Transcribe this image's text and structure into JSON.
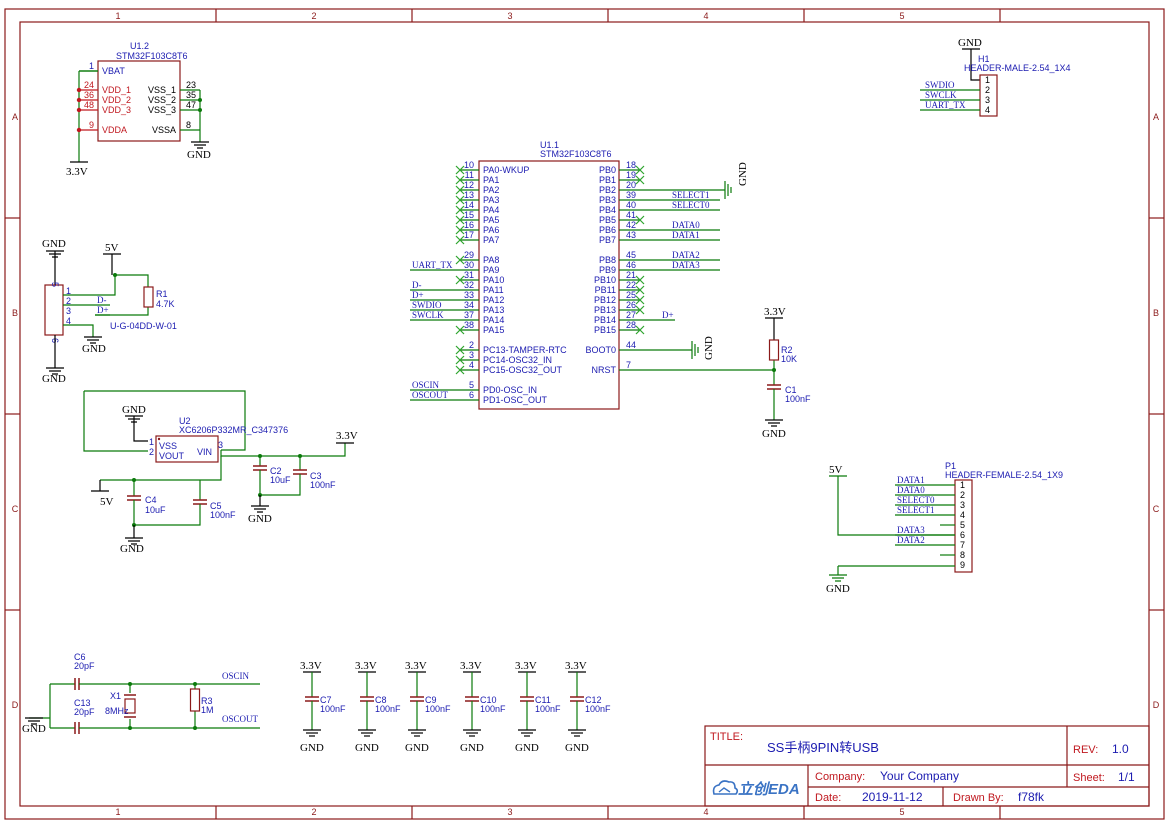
{
  "frame": {
    "cols": [
      "1",
      "2",
      "3",
      "4",
      "5"
    ],
    "rows": [
      "A",
      "B",
      "C",
      "D"
    ]
  },
  "u12": {
    "ref": "U1.2",
    "part": "STM32F103C8T6",
    "left_pins": [
      {
        "num": "1",
        "name": "VBAT"
      },
      {
        "num": "24",
        "name": "VDD_1"
      },
      {
        "num": "36",
        "name": "VDD_2"
      },
      {
        "num": "48",
        "name": "VDD_3"
      },
      {
        "num": "9",
        "name": "VDDA"
      }
    ],
    "right_pins": [
      {
        "num": "23",
        "name": "VSS_1"
      },
      {
        "num": "35",
        "name": "VSS_2"
      },
      {
        "num": "47",
        "name": "VSS_3"
      },
      {
        "num": "8",
        "name": "VSSA"
      }
    ],
    "pwr": "3.3V",
    "gnd": "GND"
  },
  "u11": {
    "ref": "U1.1",
    "part": "STM32F103C8T6",
    "left_pins": [
      {
        "num": "10",
        "name": "PA0-WKUP",
        "net": ""
      },
      {
        "num": "11",
        "name": "PA1",
        "net": ""
      },
      {
        "num": "12",
        "name": "PA2",
        "net": ""
      },
      {
        "num": "13",
        "name": "PA3",
        "net": ""
      },
      {
        "num": "14",
        "name": "PA4",
        "net": ""
      },
      {
        "num": "15",
        "name": "PA5",
        "net": ""
      },
      {
        "num": "16",
        "name": "PA6",
        "net": ""
      },
      {
        "num": "17",
        "name": "PA7",
        "net": ""
      },
      {
        "num": "29",
        "name": "PA8",
        "net": ""
      },
      {
        "num": "30",
        "name": "PA9",
        "net": "UART_TX"
      },
      {
        "num": "31",
        "name": "PA10",
        "net": ""
      },
      {
        "num": "32",
        "name": "PA11",
        "net": "D-"
      },
      {
        "num": "33",
        "name": "PA12",
        "net": "D+"
      },
      {
        "num": "34",
        "name": "PA13",
        "net": "SWDIO"
      },
      {
        "num": "37",
        "name": "PA14",
        "net": "SWCLK"
      },
      {
        "num": "38",
        "name": "PA15",
        "net": ""
      },
      {
        "num": "2",
        "name": "PC13-TAMPER-RTC",
        "net": ""
      },
      {
        "num": "3",
        "name": "PC14-OSC32_IN",
        "net": ""
      },
      {
        "num": "4",
        "name": "PC15-OSC32_OUT",
        "net": ""
      },
      {
        "num": "5",
        "name": "PD0-OSC_IN",
        "net": "OSCIN"
      },
      {
        "num": "6",
        "name": "PD1-OSC_OUT",
        "net": "OSCOUT"
      }
    ],
    "right_pins": [
      {
        "num": "18",
        "name": "PB0",
        "net": ""
      },
      {
        "num": "19",
        "name": "PB1",
        "net": ""
      },
      {
        "num": "20",
        "name": "PB2",
        "net": ""
      },
      {
        "num": "39",
        "name": "PB3",
        "net": "SELECT1"
      },
      {
        "num": "40",
        "name": "PB4",
        "net": "SELECT0"
      },
      {
        "num": "41",
        "name": "PB5",
        "net": ""
      },
      {
        "num": "42",
        "name": "PB6",
        "net": "DATA0"
      },
      {
        "num": "43",
        "name": "PB7",
        "net": "DATA1"
      },
      {
        "num": "45",
        "name": "PB8",
        "net": "DATA2"
      },
      {
        "num": "46",
        "name": "PB9",
        "net": "DATA3"
      },
      {
        "num": "21",
        "name": "PB10",
        "net": ""
      },
      {
        "num": "22",
        "name": "PB11",
        "net": ""
      },
      {
        "num": "25",
        "name": "PB12",
        "net": ""
      },
      {
        "num": "26",
        "name": "PB13",
        "net": ""
      },
      {
        "num": "27",
        "name": "PB14",
        "net": "D+"
      },
      {
        "num": "28",
        "name": "PB15",
        "net": ""
      },
      {
        "num": "44",
        "name": "BOOT0",
        "net": ""
      },
      {
        "num": "7",
        "name": "NRST",
        "net": ""
      }
    ],
    "gnd": "GND"
  },
  "h1": {
    "ref": "H1",
    "part": "HEADER-MALE-2.54_1X4",
    "pins": [
      "1",
      "2",
      "3",
      "4"
    ],
    "nets": [
      "SWDIO",
      "SWCLK",
      "UART_TX"
    ],
    "gnd": "GND"
  },
  "usb": {
    "ref": "U-G-04DD-W-01",
    "pins": [
      "1",
      "2",
      "3",
      "4"
    ],
    "shield": [
      "5",
      "6"
    ],
    "nets": [
      "D-",
      "D+"
    ],
    "gnd_top": "GND",
    "gnd_mid": "GND",
    "gnd_bot": "GND",
    "pwr": "5V"
  },
  "r1": {
    "ref": "R1",
    "value": "4.7K"
  },
  "r2": {
    "ref": "R2",
    "value": "10K",
    "pwr": "3.3V"
  },
  "c1": {
    "ref": "C1",
    "value": "100nF",
    "gnd": "GND"
  },
  "u2": {
    "ref": "U2",
    "part": "XC6206P332MR_C347376",
    "pins": [
      {
        "num": "1",
        "name": "VSS"
      },
      {
        "num": "2",
        "name": "VOUT"
      },
      {
        "num": "3",
        "name": "VIN"
      }
    ],
    "gnd": "GND",
    "pwr_out": "3.3V",
    "pwr_in": "5V",
    "gnd2": "GND",
    "gnd3": "GND"
  },
  "caps_reg": [
    {
      "ref": "C2",
      "value": "10uF"
    },
    {
      "ref": "C3",
      "value": "100nF"
    },
    {
      "ref": "C4",
      "value": "10uF"
    },
    {
      "ref": "C5",
      "value": "100nF"
    }
  ],
  "p1": {
    "ref": "P1",
    "part": "HEADER-FEMALE-2.54_1X9",
    "pins": [
      "1",
      "2",
      "3",
      "4",
      "5",
      "6",
      "7",
      "8",
      "9"
    ],
    "nets": [
      "DATA1",
      "DATA0",
      "SELECT0",
      "SELECT1",
      "",
      "DATA3",
      "DATA2",
      "",
      ""
    ],
    "pwr": "5V",
    "gnd": "GND"
  },
  "osc": {
    "c6": {
      "ref": "C6",
      "value": "20pF"
    },
    "c13": {
      "ref": "C13",
      "value": "20pF"
    },
    "x1": {
      "ref": "X1",
      "value": "8MHz"
    },
    "r3": {
      "ref": "R3",
      "value": "1M"
    },
    "net_in": "OSCIN",
    "net_out": "OSCOUT",
    "gnd": "GND"
  },
  "decoupling": [
    {
      "ref": "C7",
      "value": "100nF"
    },
    {
      "ref": "C8",
      "value": "100nF"
    },
    {
      "ref": "C9",
      "value": "100nF"
    },
    {
      "ref": "C10",
      "value": "100nF"
    },
    {
      "ref": "C11",
      "value": "100nF"
    },
    {
      "ref": "C12",
      "value": "100nF"
    }
  ],
  "decoupling_pwr": "3.3V",
  "decoupling_gnd": "GND",
  "titleblock": {
    "title_label": "TITLE:",
    "title": "SS手柄9PIN转USB",
    "rev_label": "REV:",
    "rev": "1.0",
    "company_label": "Company:",
    "company": "Your Company",
    "sheet_label": "Sheet:",
    "sheet": "1/1",
    "date_label": "Date:",
    "date": "2019-11-12",
    "drawn_label": "Drawn By:",
    "drawn": "f78fk",
    "logo": "立创EDA"
  },
  "colors": {
    "frame": "#8b1a1a",
    "wire": "#0b7a0b",
    "label": "#1b1bb0",
    "body": "#8b1a1a",
    "redtext": "#c0181f",
    "power": "#000000",
    "nc": "#2fa52f",
    "logo": "#3a73c4"
  }
}
